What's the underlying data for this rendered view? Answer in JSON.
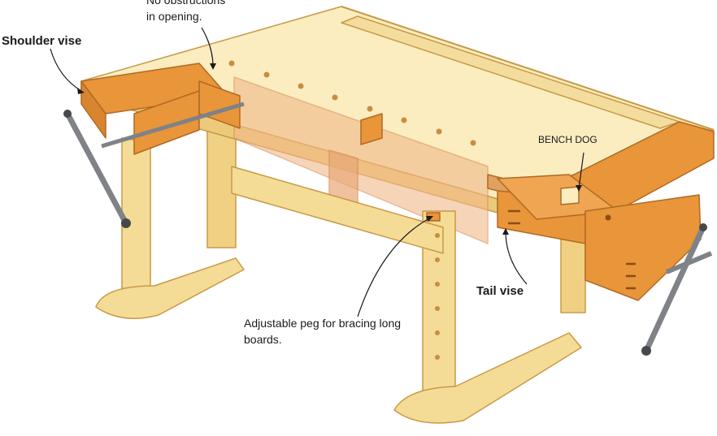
{
  "labels": {
    "no_obstructions_line1": "No obstructions",
    "no_obstructions_line2": "in opening.",
    "shoulder_vise": "Shoulder vise",
    "bench_dog": "BENCH DOG",
    "tail_vise": "Tail vise",
    "adjustable_peg_line1": "Adjustable peg for bracing long",
    "adjustable_peg_line2": "boards."
  },
  "colors": {
    "pine": "#f5dc96",
    "pine_dark": "#e6c173",
    "pine_light": "#fbedc0",
    "outline": "#c79a45",
    "vise_wood": "#e9953a",
    "vise_dark": "#c8701f",
    "vise_ghost": "#f1b98a",
    "steel": "#7f8287",
    "steel_dark": "#45484c",
    "ink": "#1a1a1a"
  }
}
